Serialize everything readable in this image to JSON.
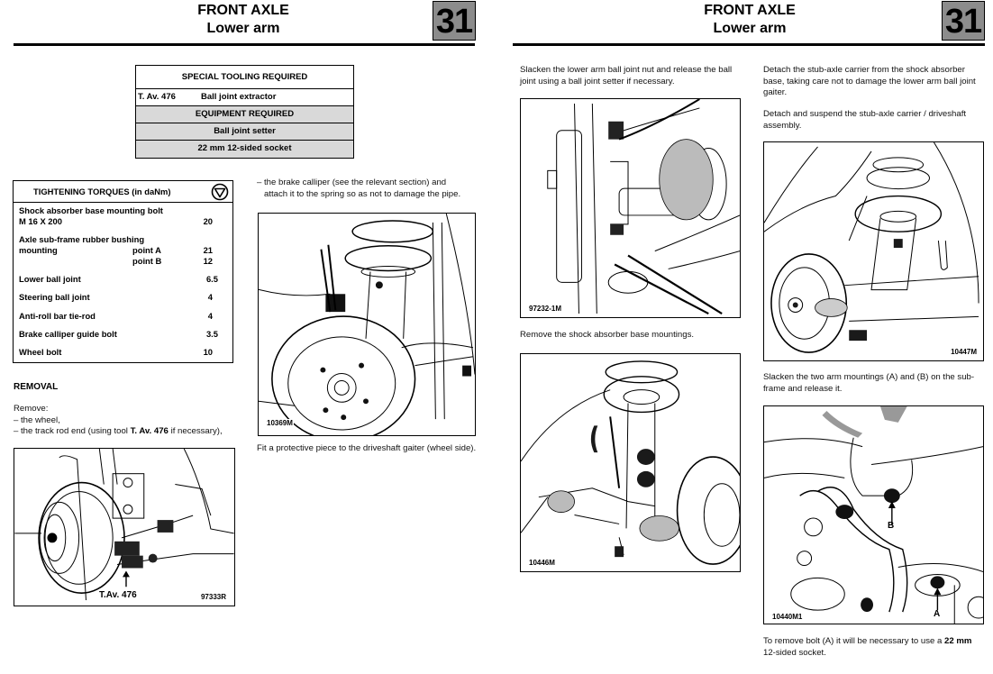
{
  "pages": [
    {
      "header": {
        "title": "FRONT AXLE",
        "subtitle": "Lower arm",
        "chapter": "31"
      }
    },
    {
      "header": {
        "title": "FRONT AXLE",
        "subtitle": "Lower arm",
        "chapter": "31"
      }
    }
  ],
  "tooling": {
    "special_heading": "SPECIAL TOOLING REQUIRED",
    "special_items": [
      {
        "code": "T. Av. 476",
        "name": "Ball joint extractor"
      }
    ],
    "equipment_heading": "EQUIPMENT REQUIRED",
    "equipment_items": [
      "Ball joint setter",
      "22 mm 12-sided socket"
    ]
  },
  "torques": {
    "heading": "TIGHTENING TORQUES (in daNm)",
    "icon": "torque-wrench-symbol-icon",
    "rows": [
      {
        "label": "Shock absorber base mounting bolt",
        "label2": "M 16 X 200",
        "value": "20"
      },
      {
        "label": "Axle sub-frame rubber bushing",
        "label2": "mounting",
        "sub": [
          {
            "point": "point A",
            "value": "21"
          },
          {
            "point": "point B",
            "value": "12"
          }
        ]
      },
      {
        "label": "Lower ball joint",
        "value": "6.5"
      },
      {
        "label": "Steering ball joint",
        "value": "4"
      },
      {
        "label": "Anti-roll bar tie-rod",
        "value": "4"
      },
      {
        "label": "Brake calliper guide bolt",
        "value": "3.5"
      },
      {
        "label": "Wheel bolt",
        "value": "10"
      }
    ]
  },
  "removal": {
    "heading": "REMOVAL",
    "intro": "Remove:",
    "item1": "– the wheel,",
    "item2_pre": "– the track rod end (using tool ",
    "item2_bold": "T. Av. 476",
    "item2_post": " if necessary),",
    "item3": "– the brake calliper (see the relevant section) and",
    "item3b": "attach it to the spring so as not to damage the pipe.",
    "fit_text": "Fit a protective piece to the driveshaft gaiter (wheel side)."
  },
  "right_text": {
    "slacken_ball_joint": "Slacken the lower arm ball joint nut and release the ball joint using a ball joint setter if necessary.",
    "remove_shock": "Remove the shock absorber base mountings.",
    "detach_carrier": "Detach the stub-axle carrier from the shock absorber base, taking care not to damage the lower arm ball joint gaiter.",
    "suspend_carrier": "Detach and suspend the stub-axle carrier / driveshaft assembly.",
    "slacken_arm": "Slacken the two arm mountings (A) and (B) on the sub-frame and release it.",
    "bolt_a_pre": "To remove bolt (A) it will be necessary to use a ",
    "bolt_a_bold": "22 mm",
    "bolt_a_post": "12-sided socket."
  },
  "figures": {
    "fig_97333R": {
      "ref": "97333R",
      "callout": "T.Av. 476"
    },
    "fig_10369M": {
      "ref": "10369M"
    },
    "fig_97232": {
      "ref": "97232-1M"
    },
    "fig_10446M": {
      "ref": "10446M"
    },
    "fig_10447M": {
      "ref": "10447M"
    },
    "fig_10440M1": {
      "ref": "10440M1",
      "callout_a": "A",
      "callout_b": "B"
    }
  }
}
